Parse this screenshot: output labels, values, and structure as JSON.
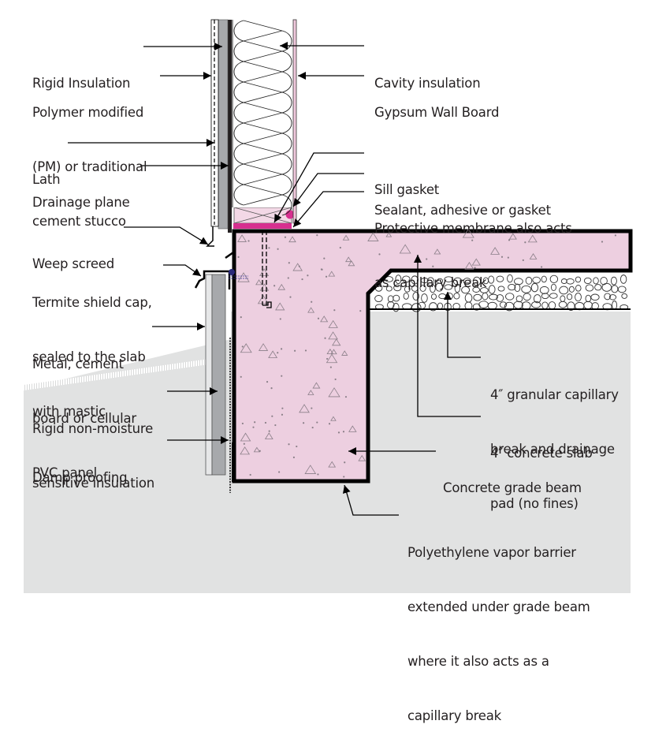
{
  "title": "Grade beam foundation wall section with stucco cladding",
  "colors": {
    "concrete": "#edcfe0",
    "ground": "#e1e2e2",
    "sill_pink": "#d72f8f",
    "outline": "#000000",
    "insulation_gray": "#a7a9ac",
    "text": "#231f20"
  },
  "labels_left": [
    {
      "id": "rigid-insulation",
      "lines": [
        "Rigid Insulation"
      ]
    },
    {
      "id": "stucco",
      "lines": [
        "Polymer modified",
        "(PM) or traditional",
        "cement stucco"
      ]
    },
    {
      "id": "lath",
      "lines": [
        "Lath"
      ]
    },
    {
      "id": "drainage-plane",
      "lines": [
        "Drainage plane"
      ]
    },
    {
      "id": "weep-screed",
      "lines": [
        "Weep screed"
      ]
    },
    {
      "id": "termite-shield",
      "lines": [
        "Termite shield cap,",
        "sealed to the slab",
        "with mastic"
      ]
    },
    {
      "id": "panel",
      "lines": [
        "Metal, cement",
        "board or cellular",
        "PVC panel"
      ]
    },
    {
      "id": "rigid-non-moisture",
      "lines": [
        "Rigid non-moisture",
        "sensitive insulation"
      ]
    },
    {
      "id": "damp-proofing",
      "lines": [
        "Damp proofing"
      ]
    }
  ],
  "labels_right": [
    {
      "id": "cavity-insulation",
      "lines": [
        "Cavity insulation"
      ]
    },
    {
      "id": "gypsum",
      "lines": [
        "Gypsum Wall Board"
      ]
    },
    {
      "id": "sill-gasket",
      "lines": [
        "Sill gasket"
      ]
    },
    {
      "id": "sealant",
      "lines": [
        "Sealant, adhesive or gasket"
      ]
    },
    {
      "id": "protective-membrane",
      "lines": [
        "Protective membrane also acts",
        "as capillary break"
      ]
    },
    {
      "id": "granular",
      "lines": [
        "4″ granular capillary",
        "break and drainage",
        "pad (no fines)"
      ]
    },
    {
      "id": "concrete-slab",
      "lines": [
        "4″ concrete slab"
      ]
    },
    {
      "id": "grade-beam",
      "lines": [
        "Concrete grade beam"
      ]
    },
    {
      "id": "vapor-barrier",
      "lines": [
        "Polyethylene vapor barrier",
        "extended under grade beam",
        "where it also acts as a",
        "capillary break"
      ]
    }
  ]
}
